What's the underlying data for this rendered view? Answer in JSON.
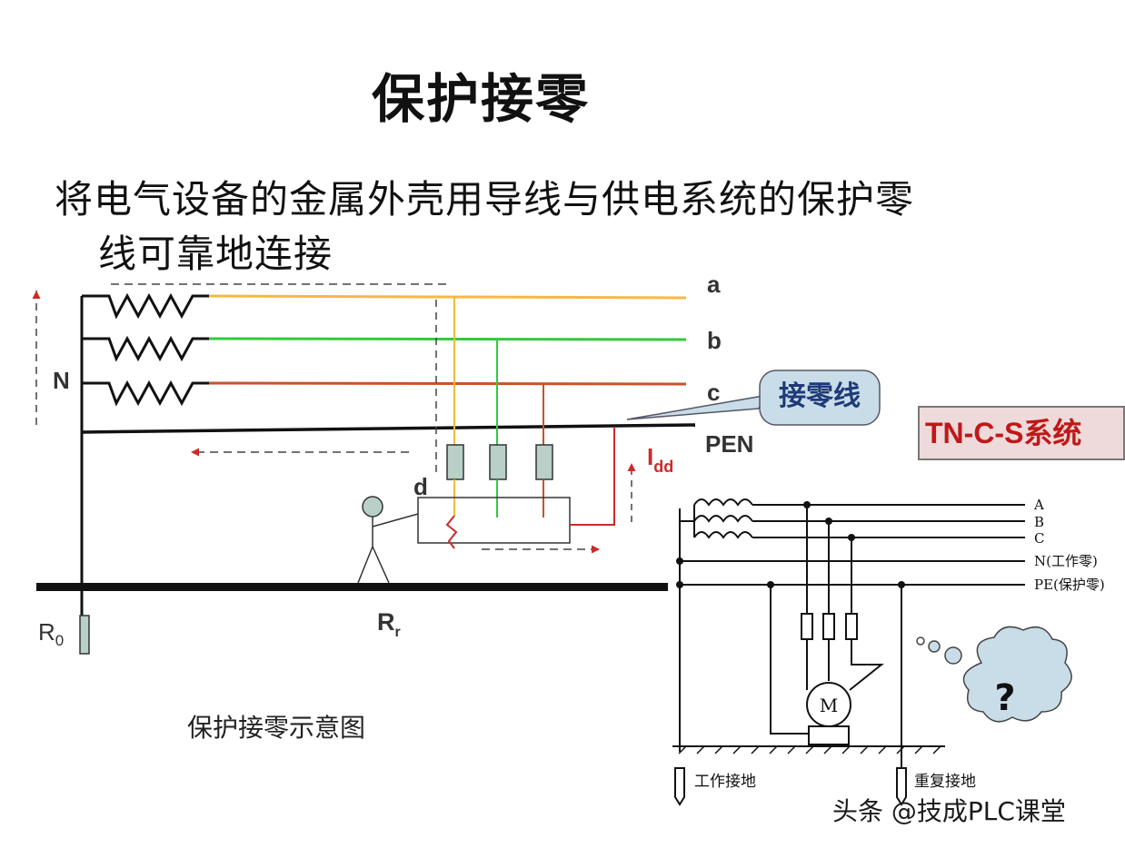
{
  "title": "保护接零",
  "description": {
    "line1": "将电气设备的金属外壳用导线与供电系统的保护零",
    "line2": "线可靠地连接"
  },
  "left_diagram": {
    "labels": {
      "a": "a",
      "b": "b",
      "c": "c",
      "pen": "PEN",
      "n": "N",
      "d": "d",
      "callout": "接零线",
      "idd_main": "I",
      "idd_sub": "dd",
      "r0_main": "R",
      "r0_sub": "0",
      "rr_main": "R",
      "rr_sub": "r"
    },
    "colors": {
      "phase_a": "#f5b942",
      "phase_b": "#2fcc3a",
      "phase_c": "#c9522a",
      "pen": "#111111",
      "arrow_red": "#cc2a2a",
      "callout_fill": "#c9dde8",
      "callout_text": "#1f3a78"
    },
    "caption": "保护接零示意图"
  },
  "tncs_label": "TN-C-S系统",
  "right_diagram": {
    "lines": [
      "A",
      "B",
      "C",
      "N(工作零)",
      "PE(保护零)"
    ],
    "motor": "M",
    "ground_work": "工作接地",
    "ground_repeat": "重复接地",
    "thought": "?"
  },
  "watermark": "头条 @技成PLC课堂"
}
